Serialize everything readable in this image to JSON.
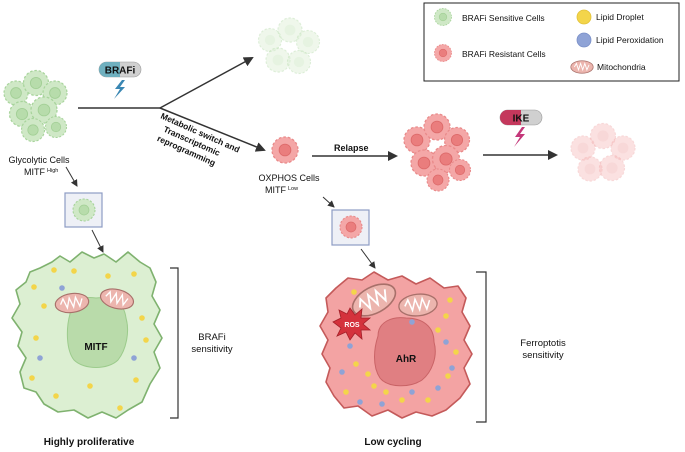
{
  "colors": {
    "sensitive_fill": "#d6ecd0",
    "sensitive_stroke": "#9fcf96",
    "resistant_fill": "#f3a3a3",
    "resistant_stroke": "#e07a7a",
    "lipid_droplet": "#f3d54a",
    "lipid_peroxidation": "#8fa3d6",
    "mitochondria": "#e8b3ad",
    "ros": "#d4323c",
    "brafi_pill": "#6fb0bf",
    "ike_pill": "#c4385c"
  },
  "legend": {
    "sensitive": "BRAFi Sensitive Cells",
    "resistant": "BRAFi Resistant Cells",
    "lipid_droplet": "Lipid Droplet",
    "lipid_peroxidation": "Lipid Peroxidation",
    "mitochondria": "Mitochondria"
  },
  "drugs": {
    "brafi": "BRAFi",
    "ike": "IKE"
  },
  "labels": {
    "glycolytic_cells": "Glycolytic Cells",
    "mitf_high_text": "MITF",
    "mitf_high_sup": "High",
    "switch_line1": "Metabolic switch and",
    "switch_line2": "Transcriptomic",
    "switch_line3": "reprogramming",
    "oxphos_cells": "OXPHOS Cells",
    "mitf_low_text": "MITF",
    "mitf_low_sup": "Low",
    "relapse": "Relapse",
    "mitf_nucleus": "MITF",
    "ahr_nucleus": "AhR",
    "ros": "ROS",
    "brafi_sensitivity_line1": "BRAFi",
    "brafi_sensitivity_line2": "sensitivity",
    "ferroptosis_line1": "Ferroptotis",
    "ferroptosis_line2": "sensitivity",
    "highly_proliferative": "Highly proliferative",
    "low_cycling": "Low cycling"
  }
}
